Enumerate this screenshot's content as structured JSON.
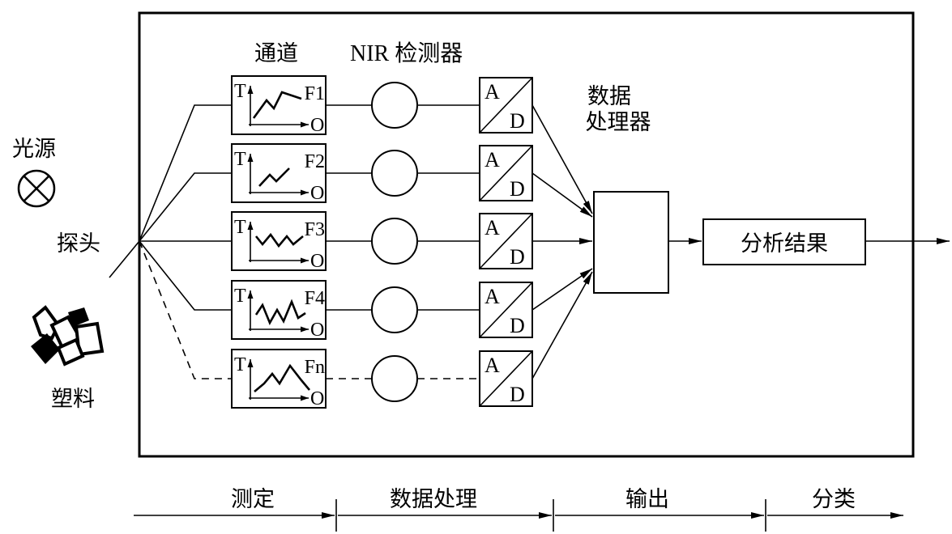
{
  "diagram": {
    "header_channel": "通道",
    "header_detector": "NIR 检测器",
    "processor_label": [
      "数据",
      "处理器"
    ],
    "light_source_label": "光源",
    "probe_label": "探头",
    "sample_label": "塑料",
    "result_label": "分析结果"
  },
  "channels": [
    {
      "y_axis": "T",
      "label": "F1",
      "x_axis": "O",
      "adc_in": "A",
      "adc_out": "D"
    },
    {
      "y_axis": "T",
      "label": "F2",
      "x_axis": "O",
      "adc_in": "A",
      "adc_out": "D"
    },
    {
      "y_axis": "T",
      "label": "F3",
      "x_axis": "O",
      "adc_in": "A",
      "adc_out": "D"
    },
    {
      "y_axis": "T",
      "label": "F4",
      "x_axis": "O",
      "adc_in": "A",
      "adc_out": "D"
    },
    {
      "y_axis": "T",
      "label": "Fn",
      "x_axis": "O",
      "adc_in": "A",
      "adc_out": "D"
    }
  ],
  "stages": [
    "测定",
    "数据处理",
    "输出",
    "分类"
  ],
  "icons": {
    "light_source": "light-source-icon",
    "sample": "plastic-pieces-icon"
  }
}
